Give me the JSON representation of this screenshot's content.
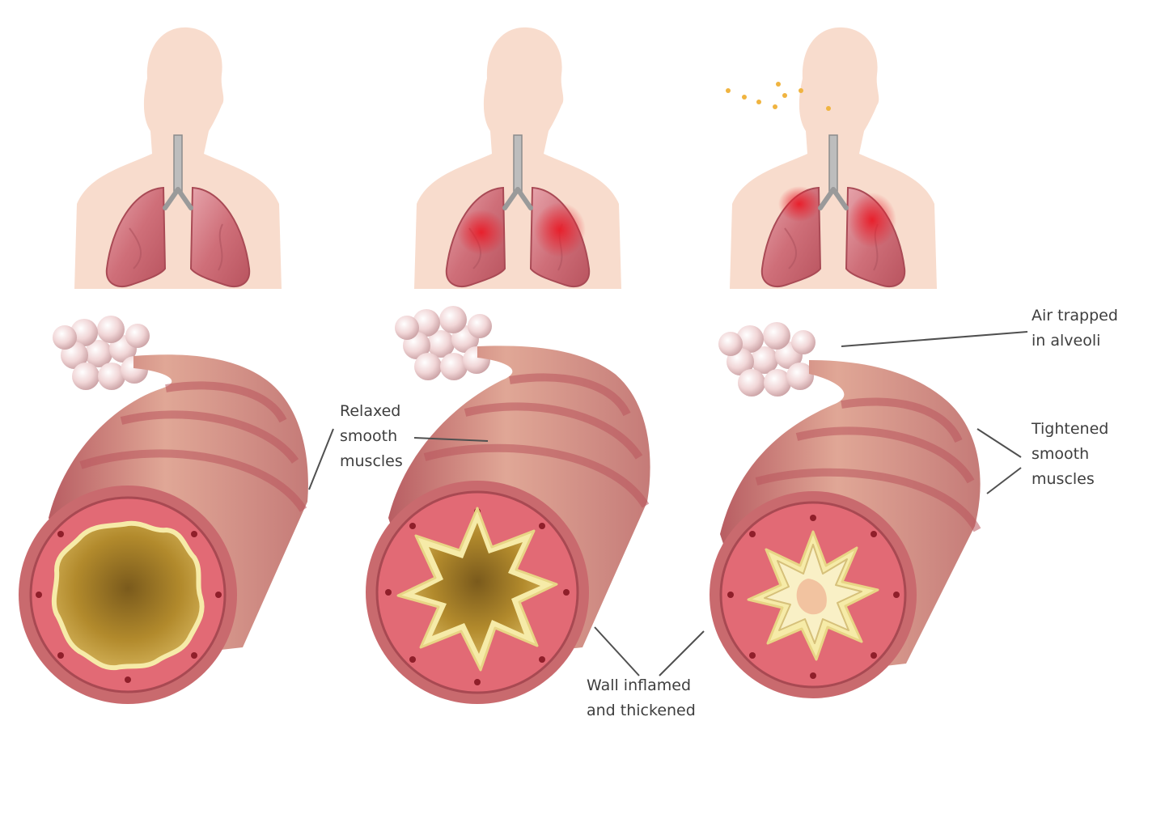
{
  "labels": {
    "relaxed_smooth_muscles": [
      "Relaxed",
      "smooth",
      "muscles"
    ],
    "air_trapped_in_alveoli": [
      "Air trapped",
      "in alveoli"
    ],
    "tightened_smooth_muscles": [
      "Tightened",
      "smooth",
      "muscles"
    ],
    "wall_inflamed_and_thickened": [
      "Wall inflamed",
      "and thickened"
    ]
  },
  "colors": {
    "skin": "#f8dccd",
    "lung": "#cf6f79",
    "inflammation": "#e8202c",
    "trachea": "#bdbdbd",
    "airway_wall": "#c96a6e",
    "airway_ring": "#ddaa9c",
    "mucosa": "#e26a75",
    "lumen": "#b28a2c",
    "lining": "#f6eba8",
    "alveoli": "#f1d6d7",
    "particles": "#f0b440",
    "leader_lines": "#505050",
    "label_text": "#3e3e3e"
  },
  "icons": [
    "human-silhouette",
    "lungs",
    "bronchiole",
    "alveoli-cluster",
    "airborne-particles"
  ]
}
